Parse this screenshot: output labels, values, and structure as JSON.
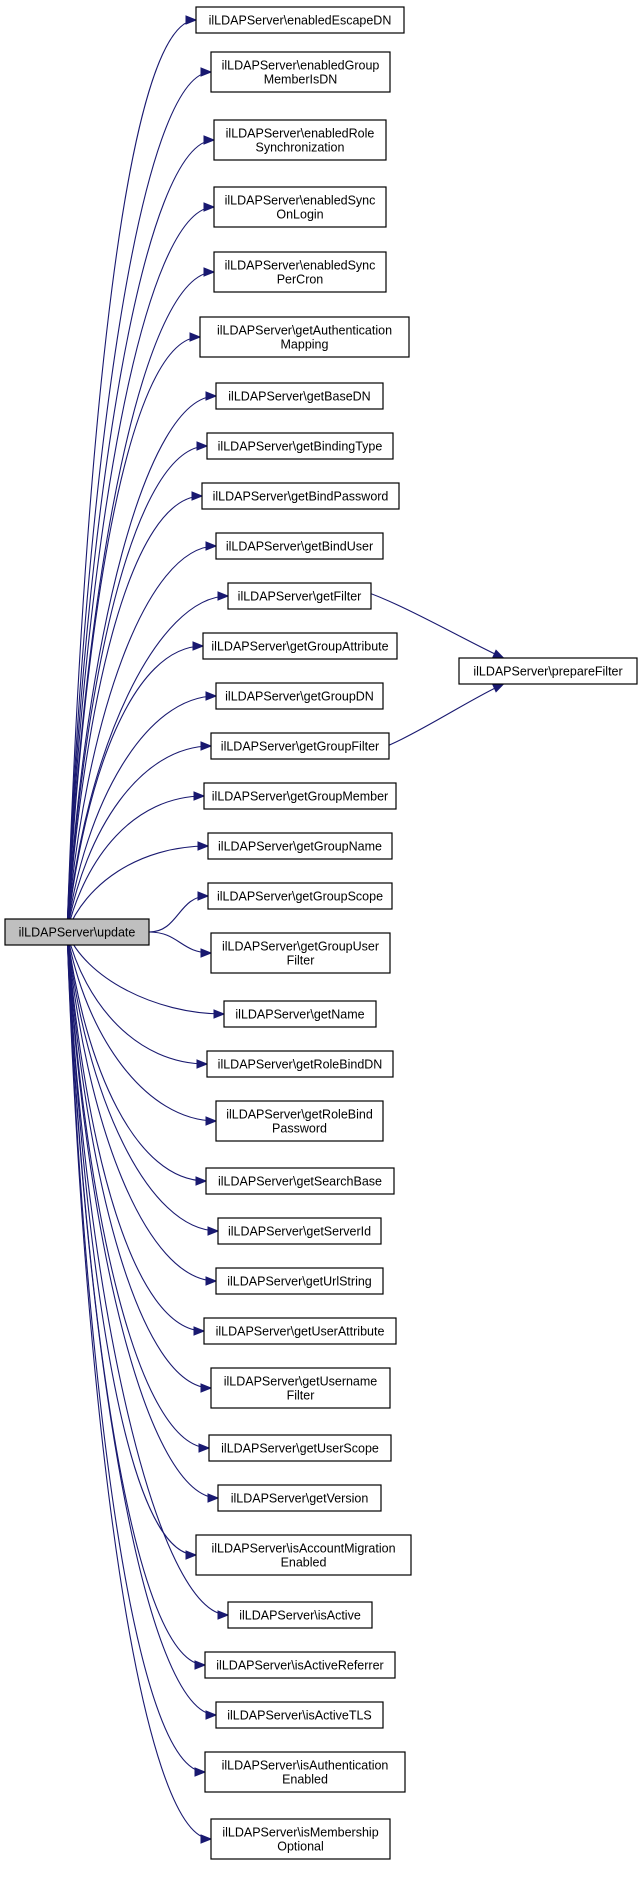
{
  "root": {
    "id": "update",
    "lines": [
      "ilLDAPServer\\update"
    ]
  },
  "callees": [
    {
      "id": "enabledEscapeDN",
      "lines": [
        "ilLDAPServer\\enabledEscapeDN"
      ]
    },
    {
      "id": "enabledGroupMemberIsDN",
      "lines": [
        "ilLDAPServer\\enabledGroup",
        "MemberIsDN"
      ]
    },
    {
      "id": "enabledRoleSynchronization",
      "lines": [
        "ilLDAPServer\\enabledRole",
        "Synchronization"
      ]
    },
    {
      "id": "enabledSyncOnLogin",
      "lines": [
        "ilLDAPServer\\enabledSync",
        "OnLogin"
      ]
    },
    {
      "id": "enabledSyncPerCron",
      "lines": [
        "ilLDAPServer\\enabledSync",
        "PerCron"
      ]
    },
    {
      "id": "getAuthenticationMapping",
      "lines": [
        "ilLDAPServer\\getAuthentication",
        "Mapping"
      ]
    },
    {
      "id": "getBaseDN",
      "lines": [
        "ilLDAPServer\\getBaseDN"
      ]
    },
    {
      "id": "getBindingType",
      "lines": [
        "ilLDAPServer\\getBindingType"
      ]
    },
    {
      "id": "getBindPassword",
      "lines": [
        "ilLDAPServer\\getBindPassword"
      ]
    },
    {
      "id": "getBindUser",
      "lines": [
        "ilLDAPServer\\getBindUser"
      ]
    },
    {
      "id": "getFilter",
      "lines": [
        "ilLDAPServer\\getFilter"
      ]
    },
    {
      "id": "getGroupAttribute",
      "lines": [
        "ilLDAPServer\\getGroupAttribute"
      ]
    },
    {
      "id": "getGroupDN",
      "lines": [
        "ilLDAPServer\\getGroupDN"
      ]
    },
    {
      "id": "getGroupFilter",
      "lines": [
        "ilLDAPServer\\getGroupFilter"
      ]
    },
    {
      "id": "getGroupMember",
      "lines": [
        "ilLDAPServer\\getGroupMember"
      ]
    },
    {
      "id": "getGroupName",
      "lines": [
        "ilLDAPServer\\getGroupName"
      ]
    },
    {
      "id": "getGroupScope",
      "lines": [
        "ilLDAPServer\\getGroupScope"
      ]
    },
    {
      "id": "getGroupUserFilter",
      "lines": [
        "ilLDAPServer\\getGroupUser",
        "Filter"
      ]
    },
    {
      "id": "getName",
      "lines": [
        "ilLDAPServer\\getName"
      ]
    },
    {
      "id": "getRoleBindDN",
      "lines": [
        "ilLDAPServer\\getRoleBindDN"
      ]
    },
    {
      "id": "getRoleBindPassword",
      "lines": [
        "ilLDAPServer\\getRoleBind",
        "Password"
      ]
    },
    {
      "id": "getSearchBase",
      "lines": [
        "ilLDAPServer\\getSearchBase"
      ]
    },
    {
      "id": "getServerId",
      "lines": [
        "ilLDAPServer\\getServerId"
      ]
    },
    {
      "id": "getUrlString",
      "lines": [
        "ilLDAPServer\\getUrlString"
      ]
    },
    {
      "id": "getUserAttribute",
      "lines": [
        "ilLDAPServer\\getUserAttribute"
      ]
    },
    {
      "id": "getUsernameFilter",
      "lines": [
        "ilLDAPServer\\getUsername",
        "Filter"
      ]
    },
    {
      "id": "getUserScope",
      "lines": [
        "ilLDAPServer\\getUserScope"
      ]
    },
    {
      "id": "getVersion",
      "lines": [
        "ilLDAPServer\\getVersion"
      ]
    },
    {
      "id": "isAccountMigrationEnabled",
      "lines": [
        "ilLDAPServer\\isAccountMigration",
        "Enabled"
      ]
    },
    {
      "id": "isActive",
      "lines": [
        "ilLDAPServer\\isActive"
      ]
    },
    {
      "id": "isActiveReferrer",
      "lines": [
        "ilLDAPServer\\isActiveReferrer"
      ]
    },
    {
      "id": "isActiveTLS",
      "lines": [
        "ilLDAPServer\\isActiveTLS"
      ]
    },
    {
      "id": "isAuthenticationEnabled",
      "lines": [
        "ilLDAPServer\\isAuthentication",
        "Enabled"
      ]
    },
    {
      "id": "isMembershipOptional",
      "lines": [
        "ilLDAPServer\\isMembership",
        "Optional"
      ]
    }
  ],
  "secondary": [
    {
      "id": "prepareFilter",
      "lines": [
        "ilLDAPServer\\prepareFilter"
      ]
    }
  ],
  "edges": [
    {
      "from": "getFilter",
      "to": "prepareFilter"
    },
    {
      "from": "getGroupFilter",
      "to": "prepareFilter"
    }
  ],
  "colors": {
    "edge": "#191970",
    "root_fill": "#bfbfbf",
    "node_fill": "#ffffff",
    "border": "#000000"
  }
}
